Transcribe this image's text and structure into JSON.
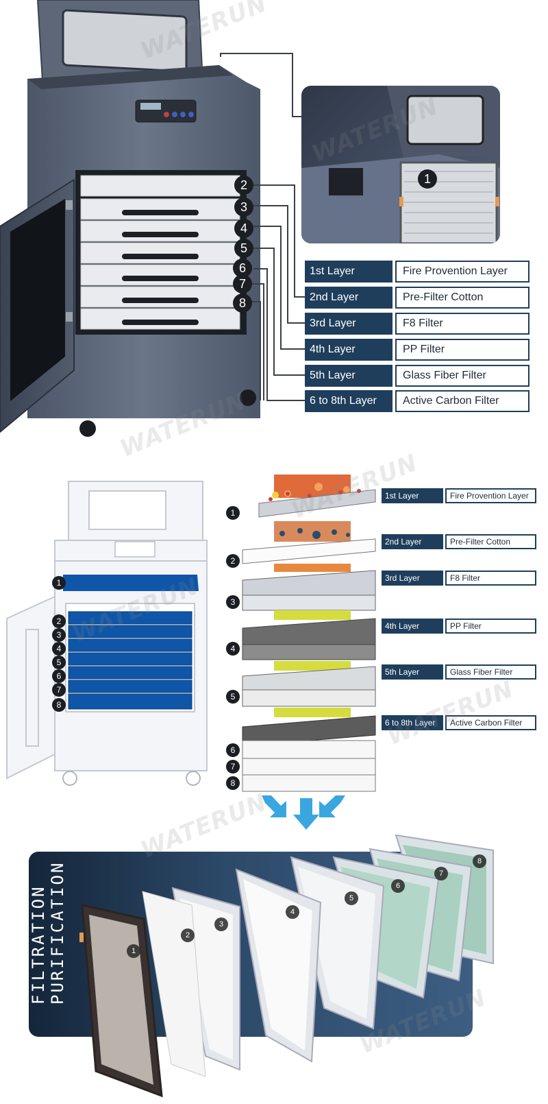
{
  "brand_watermark": "WATERUN",
  "section1": {
    "layers": [
      {
        "label": "1st Layer",
        "name": "Fire Provention Layer"
      },
      {
        "label": "2nd Layer",
        "name": "Pre-Filter Cotton"
      },
      {
        "label": "3rd Layer",
        "name": "F8 Filter"
      },
      {
        "label": "4th  Layer",
        "name": "PP Filter"
      },
      {
        "label": "5th Layer",
        "name": "Glass Fiber Filter"
      },
      {
        "label": "6 to 8th Layer",
        "name": "Active Carbon Filter"
      }
    ],
    "drawer_numbers": [
      "2",
      "3",
      "4",
      "5",
      "6",
      "7",
      "8"
    ],
    "inset_number": "1"
  },
  "section2": {
    "layers": [
      {
        "label": "1st Layer",
        "name": "Fire Provention Layer"
      },
      {
        "label": "2nd Layer",
        "name": "Pre-Filter Cotton"
      },
      {
        "label": "3rd Layer",
        "name": "F8 Filter"
      },
      {
        "label": "4th  Layer",
        "name": "PP Filter"
      },
      {
        "label": "5th Layer",
        "name": "Glass Fiber Filter"
      },
      {
        "label": "6 to 8th Layer",
        "name": "Active Carbon Filter"
      }
    ],
    "cabinet_numbers": [
      "1",
      "2",
      "3",
      "4",
      "5",
      "6",
      "7",
      "8"
    ],
    "stack_numbers": [
      "1",
      "2",
      "3",
      "4",
      "5",
      "6",
      "7",
      "8"
    ]
  },
  "section3": {
    "title_line1": "FILTRATION",
    "title_line2": "PURIFICATION",
    "filter_numbers": [
      "1",
      "2",
      "3",
      "4",
      "5",
      "6",
      "7",
      "8"
    ]
  },
  "colors": {
    "navy": "#1f3e5c",
    "machine_gray": "#5b6678",
    "banner_dark": "#1c2f44",
    "blue_drawer": "#0f56a8",
    "arrow_blue": "#3aa6e0"
  }
}
